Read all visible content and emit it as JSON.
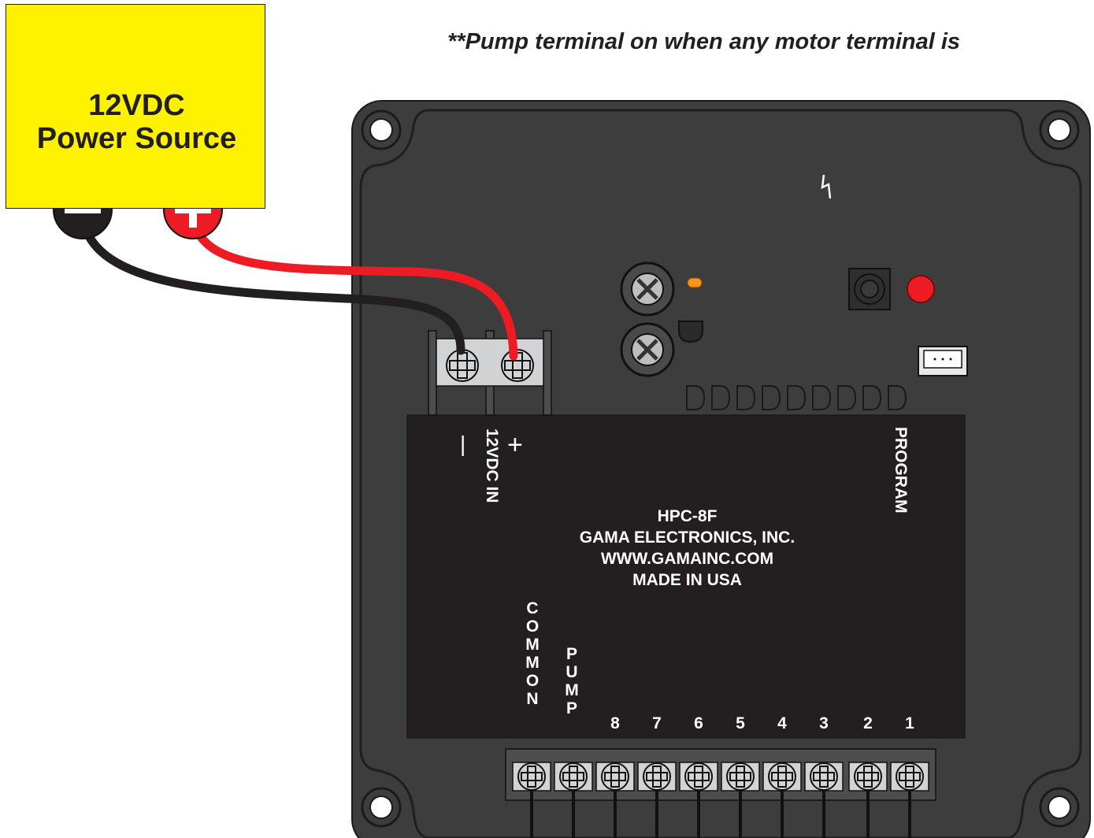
{
  "power_source": {
    "title_line1": "12VDC",
    "title_line2": "Power Source",
    "box_color": "#fff200",
    "negative_terminal_icon": "minus-terminal-icon",
    "positive_terminal_icon": "plus-terminal-icon"
  },
  "note": "**Pump terminal on when any motor terminal is",
  "controller": {
    "model": "HPC-8F",
    "maker": "GAMA ELECTRONICS, INC.",
    "website": "WWW.GAMAINC.COM",
    "origin": "MADE IN USA",
    "input_label": "12VDC IN",
    "minus_sign": "|",
    "plus_sign": "+",
    "program_label": "PROGRAM",
    "common_label": "COMMON",
    "pump_label": "PUMP",
    "outputs": [
      "8",
      "7",
      "6",
      "5",
      "4",
      "3",
      "2",
      "1"
    ]
  },
  "colors": {
    "wire_positive": "#ed1c24",
    "wire_negative": "#231f20",
    "housing": "#3d3d3d",
    "label_panel": "#231f20",
    "indicator_led": "#ed1c24",
    "status_led": "#f7941d"
  }
}
